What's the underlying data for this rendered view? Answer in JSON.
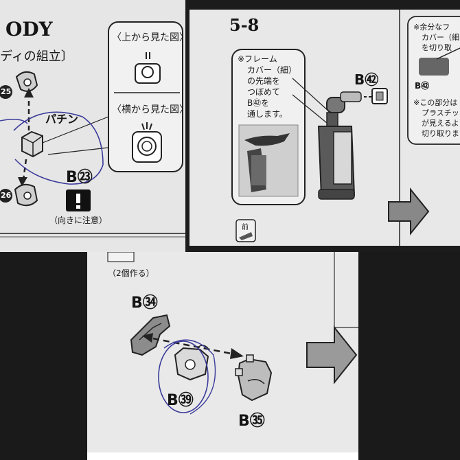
{
  "panel_left": {
    "heading": "ODY",
    "subheading": "ディの組立〕",
    "view_top_label": "〈上から見た図〉",
    "view_side_label": "〈横から見た図〉",
    "sound_label": "パチン",
    "part_25": "25",
    "part_26": "26",
    "part_b23": "B㉓",
    "caution_note": "（向きに注意）"
  },
  "panel_right": {
    "step": "5-8",
    "note_frame": [
      "※フレーム",
      "カバー（細）",
      "の先端を",
      "つぼめて",
      "B㊷を",
      "通します。"
    ],
    "part_b42": "B㊷",
    "side_note_a": [
      "※余分なフ",
      "カバー（細",
      "を切り取"
    ],
    "side_part": "B㊷",
    "side_note_b": [
      "※この部分は",
      "プラスチッ",
      "が見えるよ",
      "切り取りま"
    ],
    "front_label": "前"
  },
  "panel_bottom": {
    "make_count": "（2個作る）",
    "part_b34": "B㉞",
    "part_b39": "B㊴",
    "part_b35": "B㉟"
  }
}
